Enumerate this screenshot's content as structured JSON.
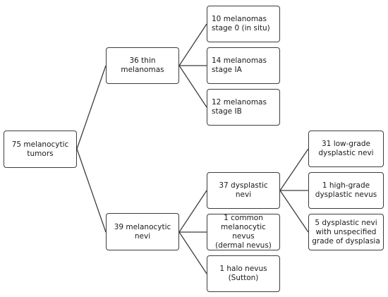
{
  "nodes": {
    "root": "75 melanocytic\ntumors",
    "thin": "36 thin\nmelanomas",
    "nevi": "39 melanocytic\nnevi",
    "stage0": "10 melanomas\nstage 0 (in situ)",
    "stageIA": "14 melanomas\nstage IA",
    "stageIB": "12 melanomas\nstage IB",
    "dysplastic": "37 dysplastic nevi",
    "common": "1 common\nmelanocytic nevus\n(dermal nevus)",
    "halo": "1 halo nevus\n(Sutton)",
    "low_grade": "31 low-grade\ndysplastic nevi",
    "high_grade": "1 high-grade\ndysplastic nevus",
    "unspecified": "5 dysplastic nevi\nwith unspecified\ngrade of dysplasia"
  },
  "colors": {
    "border": "#3c3c3c",
    "line": "#3c3c3c",
    "text": "#1a1a1a",
    "background": "#ffffff"
  }
}
